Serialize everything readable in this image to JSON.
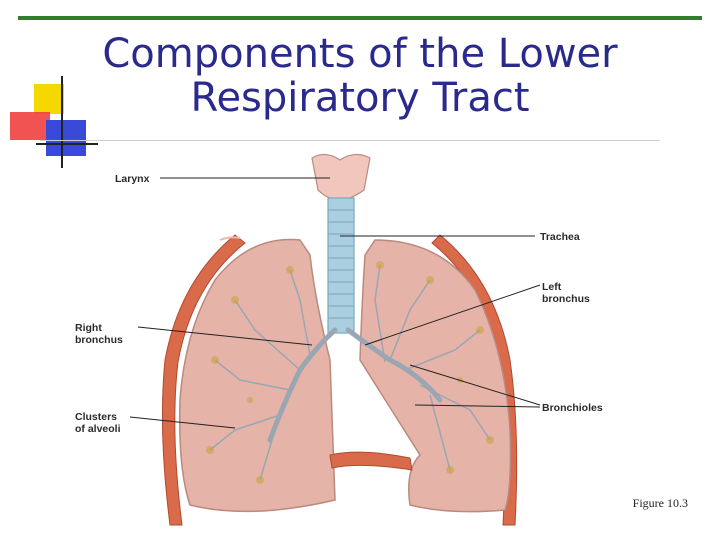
{
  "slide": {
    "title_line1": "Components of the Lower",
    "title_line2": "Respiratory Tract",
    "figure_caption": "Figure 10.3"
  },
  "labels": {
    "larynx": "Larynx",
    "trachea": "Trachea",
    "left_bronchus_1": "Left",
    "left_bronchus_2": "bronchus",
    "right_bronchus_1": "Right",
    "right_bronchus_2": "bronchus",
    "bronchioles": "Bronchioles",
    "alveoli_1": "Clusters",
    "alveoli_2": "of alveoli"
  },
  "colors": {
    "title": "#2a2a8c",
    "accent_line": "#2f7d2f",
    "lung_fill": "#e6b3a8",
    "trachea_fill": "#a9cfe0",
    "rib_fill": "#d96a4a"
  }
}
